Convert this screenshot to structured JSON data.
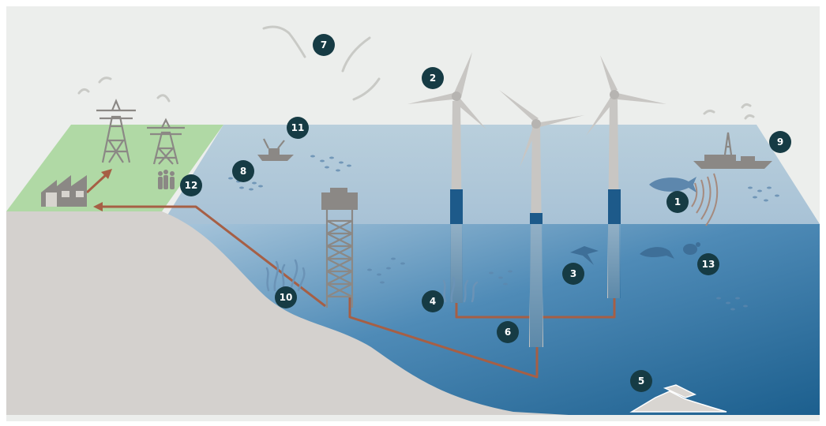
{
  "colors": {
    "sky": "#eceeec",
    "land_green": "#b0d9a5",
    "sea_surface": "#b2cad9",
    "deep_water": "#1c5f8e",
    "seabed": "#d4d1ce",
    "turbine": "#c8c6c3",
    "turbine_band": "#1d5a8a",
    "cable": "#a65f45",
    "badge": "#163b44",
    "structure": "#8b8885"
  },
  "badges": [
    {
      "id": "1",
      "label": "1"
    },
    {
      "id": "2",
      "label": "2"
    },
    {
      "id": "3",
      "label": "3"
    },
    {
      "id": "4",
      "label": "4"
    },
    {
      "id": "5",
      "label": "5"
    },
    {
      "id": "6",
      "label": "6"
    },
    {
      "id": "7",
      "label": "7"
    },
    {
      "id": "8",
      "label": "8"
    },
    {
      "id": "9",
      "label": "9"
    },
    {
      "id": "10",
      "label": "10"
    },
    {
      "id": "11",
      "label": "11"
    },
    {
      "id": "12",
      "label": "12"
    },
    {
      "id": "13",
      "label": "13"
    }
  ],
  "icons": [
    "wind-turbine-icon",
    "bird-icon",
    "whale-icon",
    "dolphin-icon",
    "manta-ray-icon",
    "sea-turtle-icon",
    "fish-school-icon",
    "seagrass-icon",
    "shipwreck-icon",
    "survey-vessel-icon",
    "fishing-boat-icon",
    "substation-icon",
    "transmission-tower-icon",
    "factory-icon",
    "people-icon",
    "sonar-waves-icon",
    "export-cable-icon"
  ]
}
